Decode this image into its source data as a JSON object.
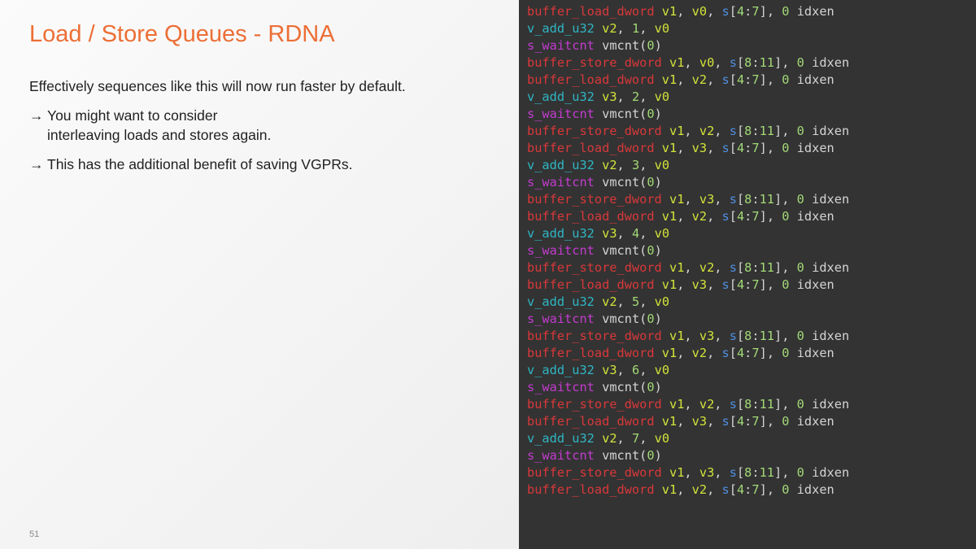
{
  "slide": {
    "title": "Load / Store Queues - RDNA",
    "intro": "Effectively sequences like this will now run faster by default.",
    "bullets": [
      {
        "arrow": "→",
        "lines": [
          "You might want to consider",
          "interleaving loads and stores again."
        ]
      },
      {
        "arrow": "→",
        "lines": [
          "This has the additional benefit of saving VGPRs."
        ]
      }
    ],
    "page_number": "51"
  },
  "code": {
    "lines": [
      "buffer_load_dword v1, v0, s[4:7], 0 idxen",
      "v_add_u32 v2, 1, v0",
      "s_waitcnt vmcnt(0)",
      "buffer_store_dword v1, v0, s[8:11], 0 idxen",
      "buffer_load_dword v1, v2, s[4:7], 0 idxen",
      "v_add_u32 v3, 2, v0",
      "s_waitcnt vmcnt(0)",
      "buffer_store_dword v1, v2, s[8:11], 0 idxen",
      "buffer_load_dword v1, v3, s[4:7], 0 idxen",
      "v_add_u32 v2, 3, v0",
      "s_waitcnt vmcnt(0)",
      "buffer_store_dword v1, v3, s[8:11], 0 idxen",
      "buffer_load_dword v1, v2, s[4:7], 0 idxen",
      "v_add_u32 v3, 4, v0",
      "s_waitcnt vmcnt(0)",
      "buffer_store_dword v1, v2, s[8:11], 0 idxen",
      "buffer_load_dword v1, v3, s[4:7], 0 idxen",
      "v_add_u32 v2, 5, v0",
      "s_waitcnt vmcnt(0)",
      "buffer_store_dword v1, v3, s[8:11], 0 idxen",
      "buffer_load_dword v1, v2, s[4:7], 0 idxen",
      "v_add_u32 v3, 6, v0",
      "s_waitcnt vmcnt(0)",
      "buffer_store_dword v1, v2, s[8:11], 0 idxen",
      "buffer_load_dword v1, v3, s[4:7], 0 idxen",
      "v_add_u32 v2, 7, v0",
      "s_waitcnt vmcnt(0)",
      "buffer_store_dword v1, v3, s[8:11], 0 idxen",
      "buffer_load_dword v1, v2, s[4:7], 0 idxen"
    ]
  },
  "colors": {
    "title": "#ec6f36",
    "code_background": "#333333",
    "buffer_instruction": "#d9383a",
    "vector_instruction": "#2fb6c4",
    "scalar_instruction": "#c43bd0",
    "vector_register": "#d2e33a",
    "scalar_register": "#4f8fe0",
    "number": "#a3d977"
  }
}
